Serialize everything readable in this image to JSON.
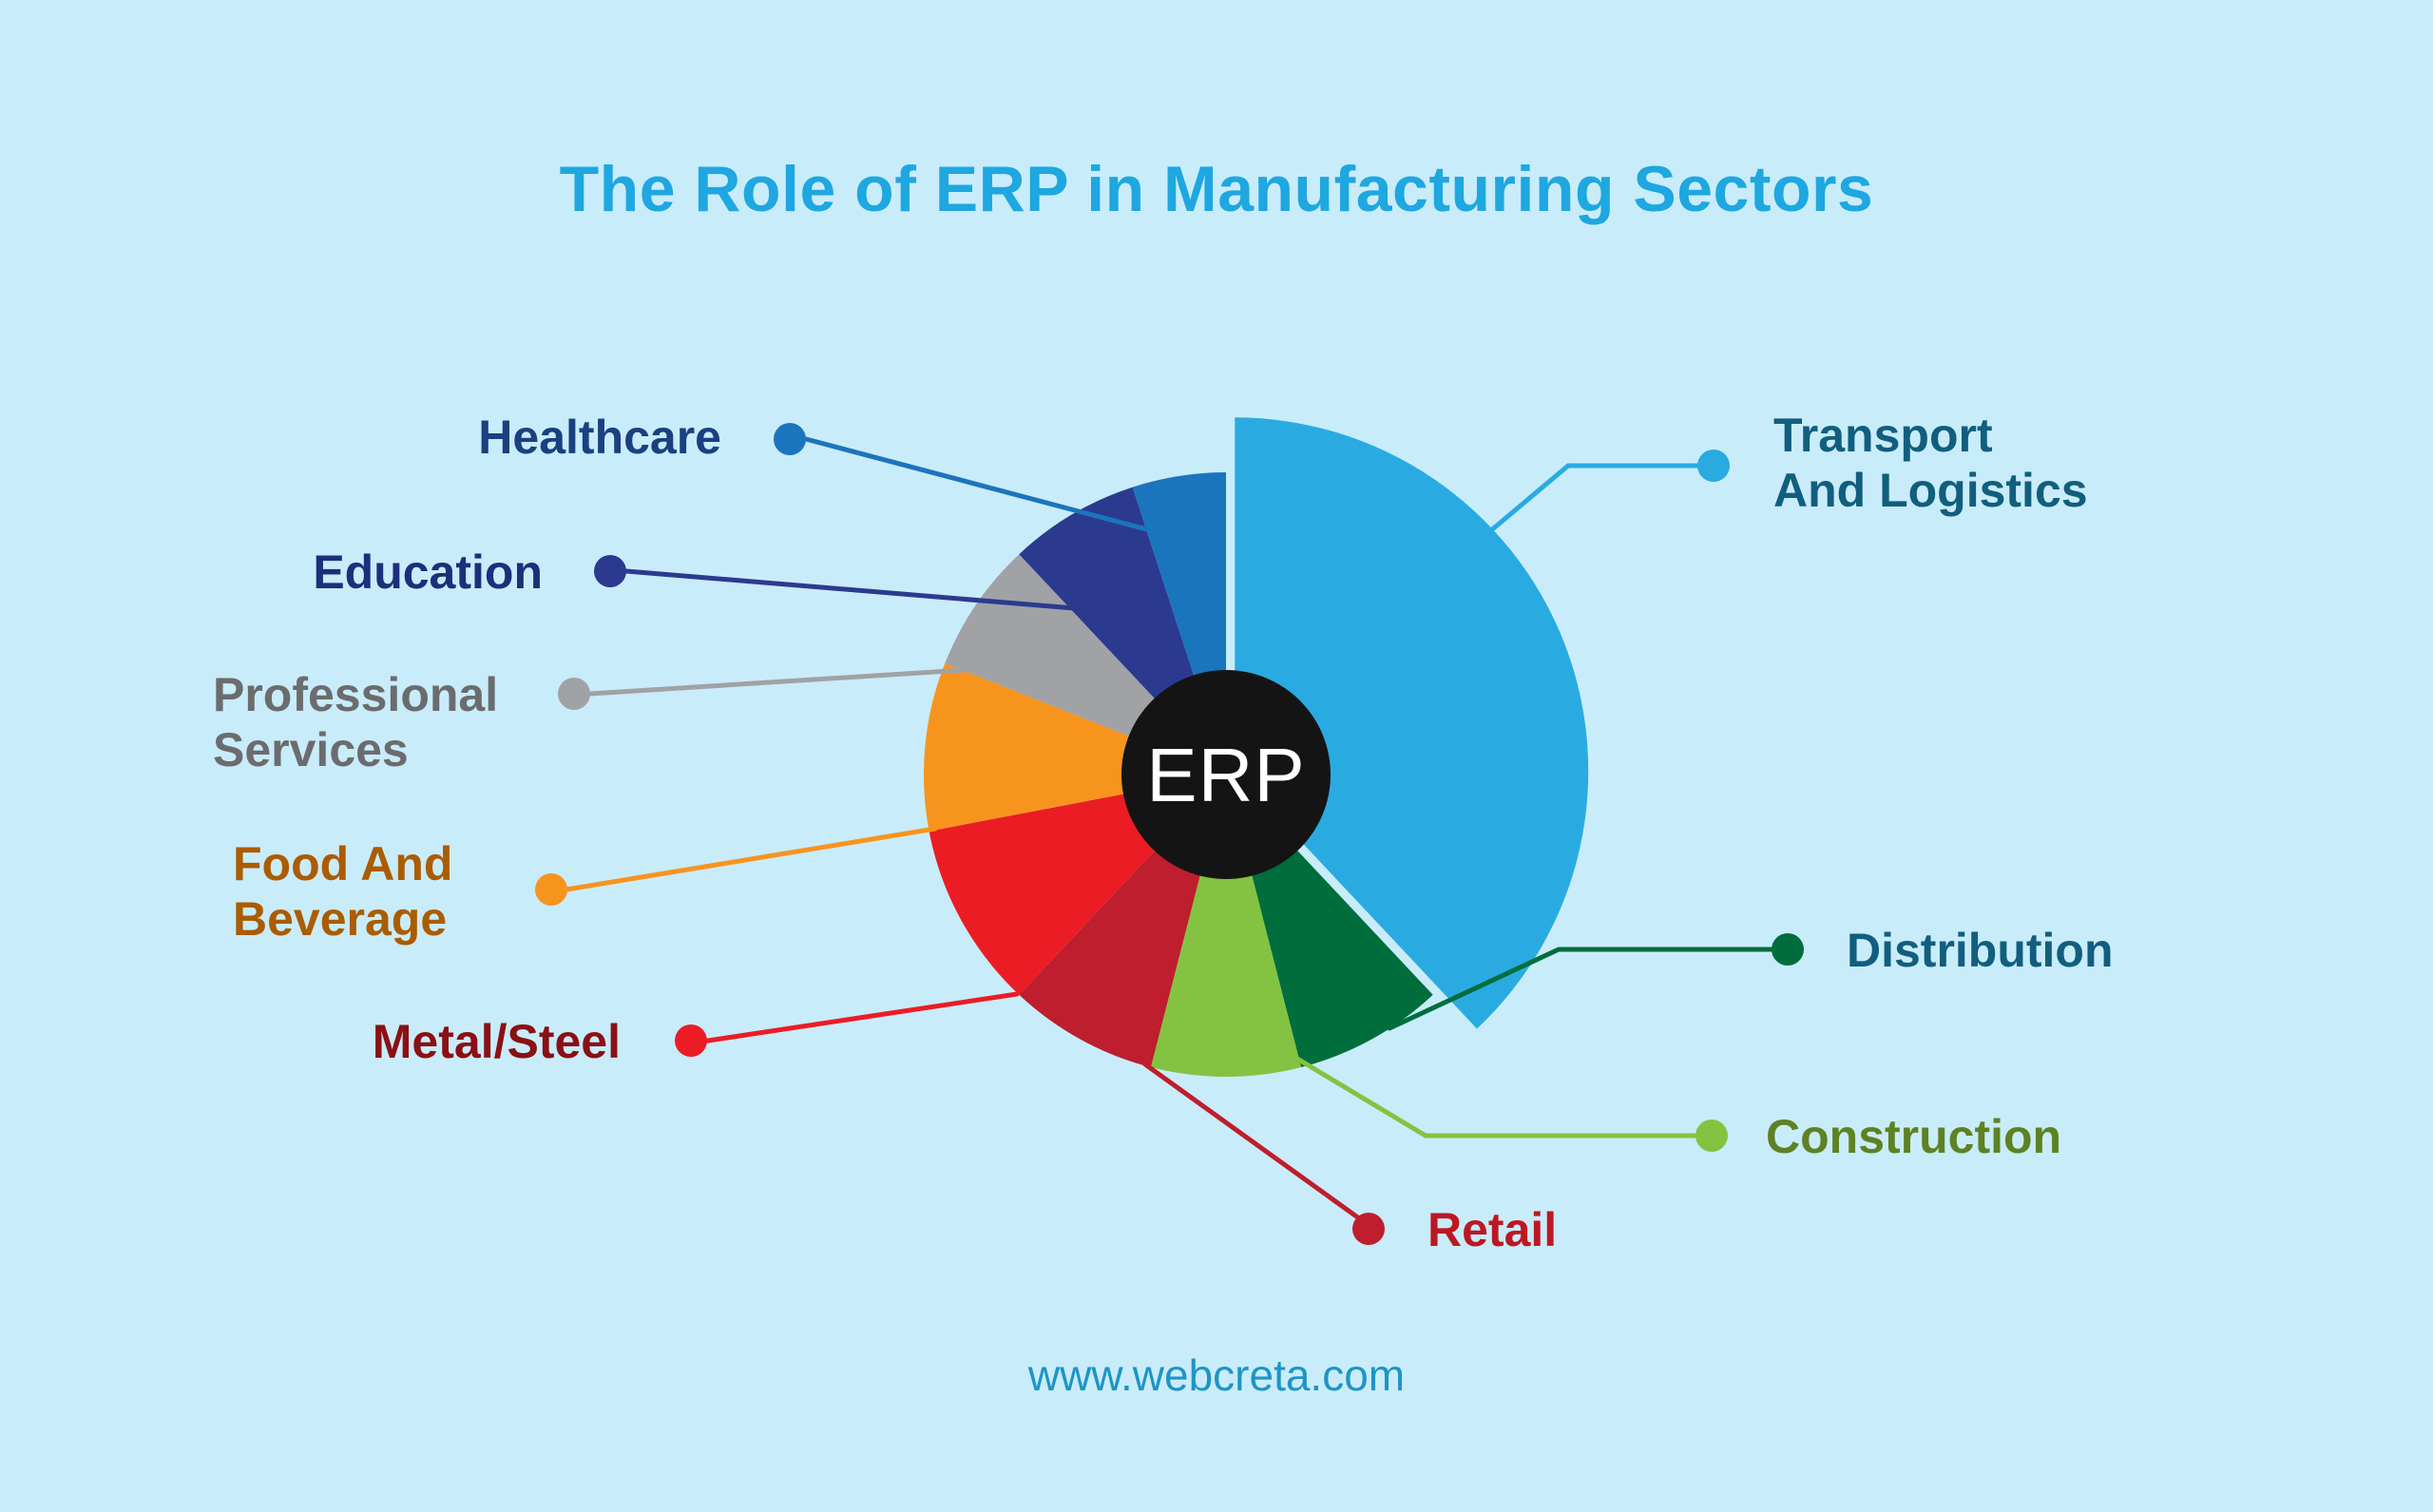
{
  "title": "The Role of ERP in Manufacturing Sectors",
  "footer": "www.webcreta.com",
  "colors": {
    "background": "#c9ecfa",
    "title": "#1ea7e0",
    "footer": "#1d95c6"
  },
  "chart_data": {
    "type": "pie",
    "title": "The Role of ERP in Manufacturing Sectors",
    "center_label": "ERP",
    "center_circle_color": "#141414",
    "center_text_color": "#ffffff",
    "start_angle_deg": 0,
    "direction": "clockwise",
    "legend_position": "callout-labels-around-pie",
    "segments": [
      {
        "label": "Transport And Logistics",
        "lines": [
          "Transport",
          "And Logistics"
        ],
        "value": 38,
        "color": "#29abe2",
        "label_color": "#115e7e",
        "exploded": true,
        "radius_scale": 1.17
      },
      {
        "label": "Distribution",
        "lines": [
          "Distribution"
        ],
        "value": 8,
        "color": "#006e3c",
        "label_color": "#115e7e",
        "exploded": false,
        "radius_scale": 1
      },
      {
        "label": "Construction",
        "lines": [
          "Construction"
        ],
        "value": 8,
        "color": "#84c341",
        "label_color": "#5e8222",
        "exploded": false,
        "radius_scale": 1
      },
      {
        "label": "Retail",
        "lines": [
          "Retail"
        ],
        "value": 8,
        "color": "#be1e2d",
        "label_color": "#bc1823",
        "exploded": false,
        "radius_scale": 1
      },
      {
        "label": "Metal/Steel",
        "lines": [
          "Metal/Steel"
        ],
        "value": 10,
        "color": "#ec1c24",
        "label_color": "#8a1014",
        "exploded": false,
        "radius_scale": 1
      },
      {
        "label": "Food And Beverage",
        "lines": [
          "Food And",
          "Beverage"
        ],
        "value": 9,
        "color": "#f7941e",
        "label_color": "#ab5c00",
        "exploded": false,
        "radius_scale": 1
      },
      {
        "label": "Professional Services",
        "lines": [
          "Professional",
          "Services"
        ],
        "value": 7,
        "color": "#a0a2a5",
        "label_color": "#6b6c6e",
        "exploded": false,
        "radius_scale": 1
      },
      {
        "label": "Education",
        "lines": [
          "Education"
        ],
        "value": 7,
        "color": "#2b3a8f",
        "label_color": "#1d2f7a",
        "exploded": false,
        "radius_scale": 1
      },
      {
        "label": "Healthcare",
        "lines": [
          "Healthcare"
        ],
        "value": 5,
        "color": "#1b75bc",
        "label_color": "#1a4080",
        "exploded": false,
        "radius_scale": 1
      }
    ]
  }
}
